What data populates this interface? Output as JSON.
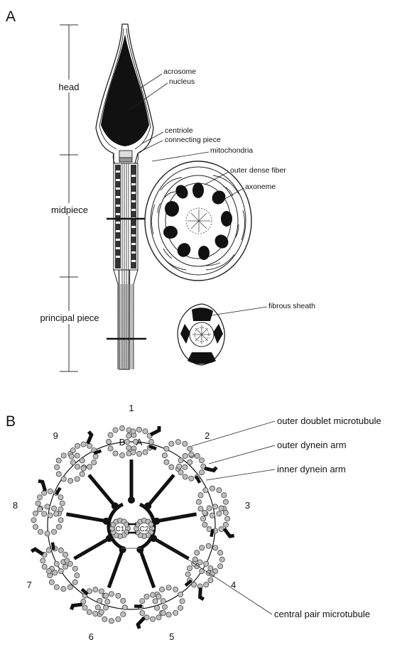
{
  "panel_a": {
    "panel_label": "A",
    "regions": {
      "head": "head",
      "midpiece": "midpiece",
      "principal_piece": "principal piece"
    },
    "parts": {
      "acrosome": "acrosome",
      "nucleus": "nucleus",
      "centriole": "centriole",
      "connecting_piece": "connecting piece",
      "mitochondria": "mitochondria",
      "outer_dense_fiber": "outer dense fiber",
      "axoneme": "axoneme",
      "fibrous_sheath": "fibrous sheath"
    }
  },
  "panel_b": {
    "panel_label": "B",
    "doublet_numbers": [
      "1",
      "2",
      "3",
      "4",
      "5",
      "6",
      "7",
      "8",
      "9"
    ],
    "tubule_a": "A",
    "tubule_b": "B",
    "central_1": "C1",
    "central_2": "C2",
    "labels": {
      "outer_doublet": "outer doublet microtubule",
      "outer_dynein": "outer dynein arm",
      "inner_dynein": "inner dynein arm",
      "central_pair": "central pair microtubule"
    }
  },
  "colors": {
    "ink": "#111111",
    "tubulin_fill": "#bdbdbd",
    "background": "#ffffff"
  }
}
